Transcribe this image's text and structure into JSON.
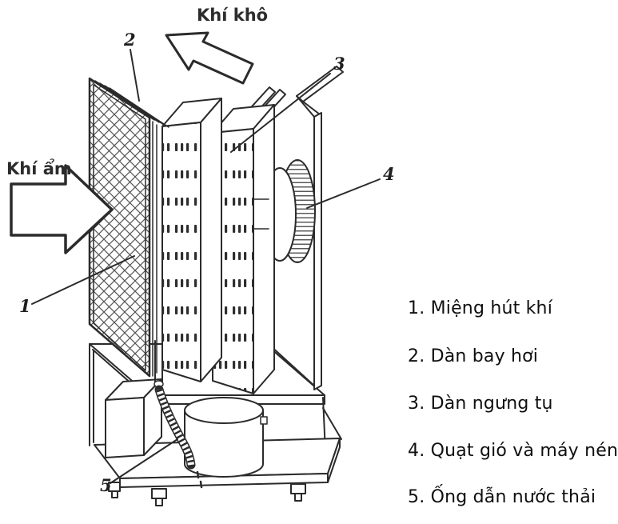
{
  "airflow": {
    "dry_out_label": "Khí khô",
    "moist_in_label": "Khí ẩm"
  },
  "parts": [
    {
      "number": "1",
      "legend_label": "1. Miệng hút khí"
    },
    {
      "number": "2",
      "legend_label": "2. Dàn bay hơi"
    },
    {
      "number": "3",
      "legend_label": "3. Dàn ngưng tụ"
    },
    {
      "number": "4",
      "legend_label": "4. Quạt gió và máy nén"
    },
    {
      "number": "5",
      "legend_label": "5. Ống dẫn nước thải"
    }
  ],
  "colors": {
    "line": "#2b2b2b",
    "text": "#0f0f0f",
    "background": "#ffffff"
  }
}
